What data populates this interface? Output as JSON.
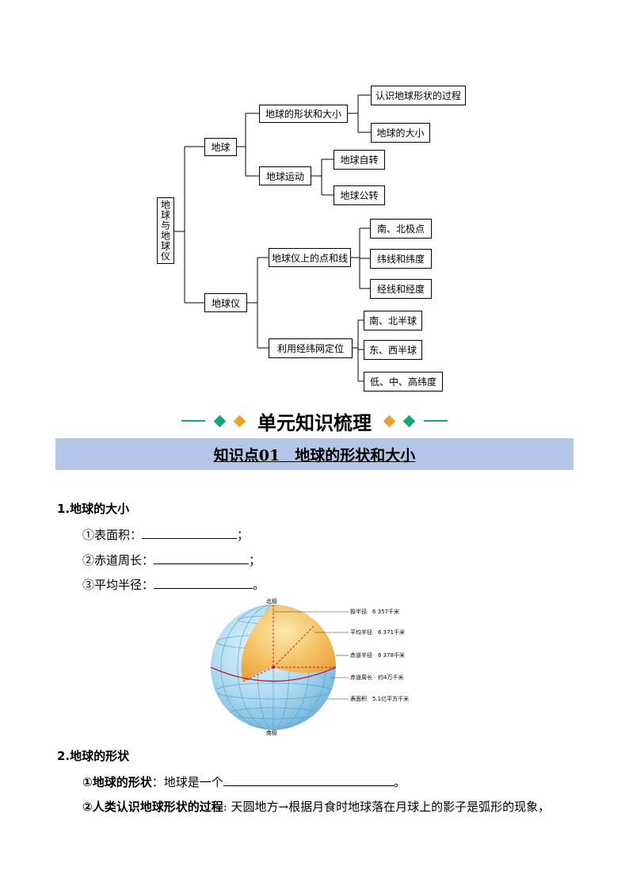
{
  "mindmap": {
    "root": "地球与地球仪",
    "earth": "地球",
    "shape_size": "地球的形状和大小",
    "cognition": "认识地球形状的过程",
    "size": "地球的大小",
    "motion": "地球运动",
    "rotation": "地球自转",
    "revolution": "地球公转",
    "globe": "地球仪",
    "points_lines": "地球仪上的点和线",
    "poles": "南、北极点",
    "latitude": "纬线和纬度",
    "longitude": "经线和经度",
    "grid_locate": "利用经纬网定位",
    "ns_hemi": "南、北半球",
    "ew_hemi": "东、西半球",
    "low_mid_high": "低、中、高纬度"
  },
  "unit_heading": "单元知识梳理",
  "knowledge_point": "知识点01　地球的形状和大小",
  "section1": {
    "title": "1.地球的大小",
    "item1": "①表面积：",
    "item1_end": "；",
    "item2": "②赤道周长：",
    "item2_end": "；",
    "item3": "③平均半径：",
    "item3_end": "。"
  },
  "globe_figure": {
    "north_pole": "北极",
    "south_pole": "南极",
    "polar_radius": "极半径　6 357千米",
    "mean_radius": "平均半径　6 371千米",
    "equator_radius": "赤道半径　6 378千米",
    "equator_circ": "赤道周长　约4万千米",
    "surface_area": "表面积　5.1亿平方千米"
  },
  "section2": {
    "title": "2.地球的形状",
    "item1_label": "①地球的形状",
    "item1_text": "：地球是一个",
    "item1_end": "。",
    "item2_label": "②人类认识地球形状的过程",
    "item2_text": ": 天圆地方→根据月食时地球落在月球上的影子是弧形的现象，"
  },
  "colors": {
    "banner": "#b4c6e7",
    "accent_green": "#1aa37a",
    "accent_orange": "#f0a030"
  }
}
